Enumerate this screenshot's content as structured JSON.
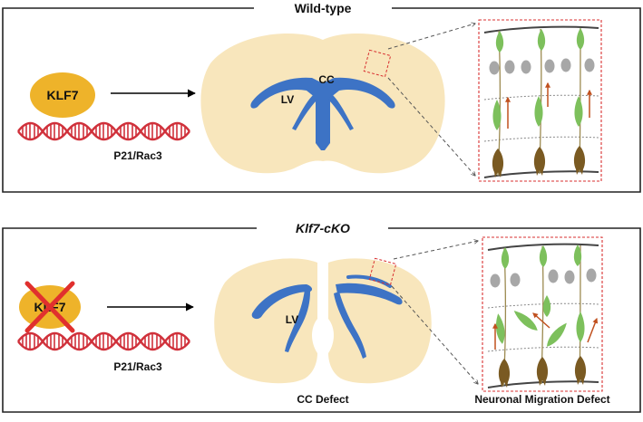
{
  "panels": {
    "wild_type": {
      "title": "Wild-type",
      "protein_label": "KLF7",
      "gene_label": "P21/Rac3",
      "region_labels": {
        "cc": "CC",
        "lv": "LV"
      }
    },
    "cko": {
      "title": "Klf7-cKO",
      "protein_label": "KLF7",
      "gene_label": "P21/Rac3",
      "region_labels": {
        "lv": "LV"
      },
      "brain_caption": "CC Defect",
      "migration_caption": "Neuronal Migration Defect"
    }
  },
  "colors": {
    "protein": "#EEB32A",
    "dna": "#D0313B",
    "brain": "#F8E6BC",
    "ventricle": "#3D73C5",
    "neuron_body": "#7DC05C",
    "neuron_base": "#7A5A22",
    "glial_cell": "#A7A7A7",
    "arrow": "#C0501E",
    "box_outline": "#D83030",
    "cross": "#E0302E"
  }
}
